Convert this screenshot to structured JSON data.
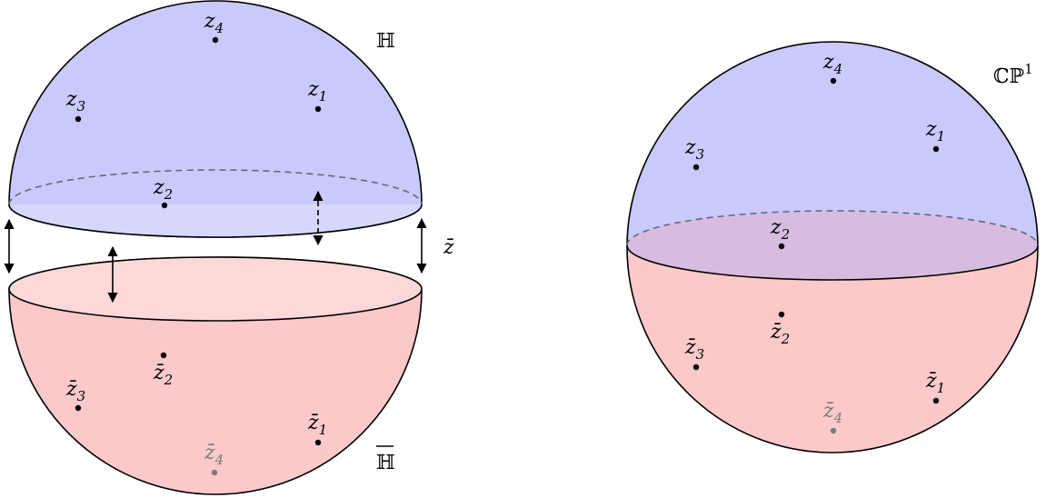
{
  "labels": {
    "upper_half": "ℍ",
    "lower_half": "ℍ",
    "conj": "z̄",
    "sphere_base": "ℂℙ",
    "sphere_exp": "1"
  },
  "points_upper": [
    {
      "base": "z",
      "sub": "4"
    },
    {
      "base": "z",
      "sub": "3"
    },
    {
      "base": "z",
      "sub": "1"
    },
    {
      "base": "z",
      "sub": "2"
    }
  ],
  "points_lower": [
    {
      "base": "z̄",
      "sub": "2"
    },
    {
      "base": "z̄",
      "sub": "3"
    },
    {
      "base": "z̄",
      "sub": "1"
    },
    {
      "base": "z̄",
      "sub": "4"
    }
  ],
  "points_sphere": [
    {
      "base": "z",
      "sub": "4"
    },
    {
      "base": "z",
      "sub": "3"
    },
    {
      "base": "z",
      "sub": "1"
    },
    {
      "base": "z",
      "sub": "2"
    },
    {
      "base": "z̄",
      "sub": "2"
    },
    {
      "base": "z̄",
      "sub": "3"
    },
    {
      "base": "z̄",
      "sub": "1"
    },
    {
      "base": "z̄",
      "sub": "4"
    }
  ],
  "colors": {
    "upper_fill": "#c9c9fb",
    "upper_disk": "#d7d7fb",
    "lower_fill": "#fbc9c9",
    "lower_disk": "#fcd8d8",
    "sphere_band": "#d8bce0",
    "stroke": "#000000",
    "dash": "#666677",
    "faded": "#7a7a7a"
  }
}
